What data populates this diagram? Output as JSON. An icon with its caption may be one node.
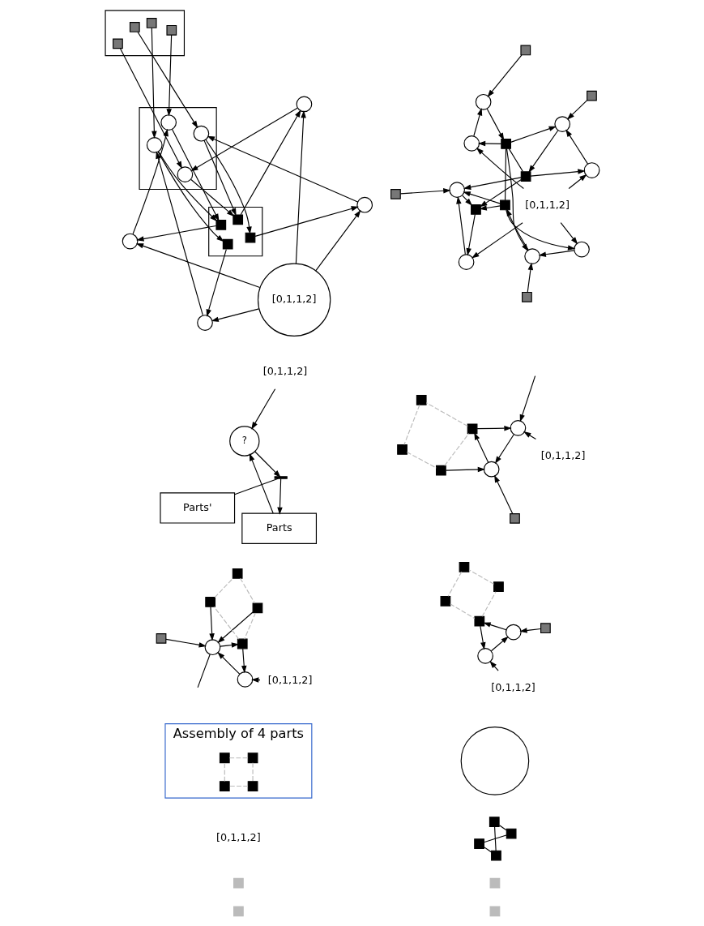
{
  "diagram": {
    "nodes": [
      {
        "text": [],
        "shape": "box"
      },
      {
        "text": [],
        "shape": "box"
      },
      {
        "text": [],
        "shape": "box"
      },
      {
        "text": [],
        "shape": "box"
      },
      {
        "text": [],
        "shape": "box"
      },
      {
        "text": [],
        "shape": "circle"
      },
      {
        "text": [],
        "shape": "circle"
      },
      {
        "text": [],
        "shape": "box"
      },
      {
        "text": [],
        "shape": "box"
      },
      {
        "text": [],
        "shape": "box"
      },
      {
        "text": [],
        "shape": "box"
      },
      {
        "text": [
          "[0,1,1,2]"
        ]
      },
      {
        "text": [],
        "shape": "box"
      },
      {
        "text": [],
        "shape": "box"
      },
      {
        "text": [],
        "shape": "circle"
      },
      {
        "text": [],
        "shape": "circle"
      },
      {
        "text": [],
        "shape": "box"
      },
      {
        "text": [],
        "shape": "box"
      },
      {
        "text": [],
        "shape": "box"
      },
      {
        "text": [],
        "shape": "box"
      },
      {
        "text": [
          "[0,1,1,2]"
        ]
      },
      {
        "text": [],
        "shape": "box"
      },
      {
        "text": [],
        "shape": "box"
      },
      {
        "text": [],
        "shape": "box"
      },
      {
        "text": [],
        "shape": "box"
      },
      {
        "text": [],
        "shape": "box"
      },
      {
        "text": [],
        "shape": "box"
      },
      {
        "text": [],
        "shape": "box"
      },
      {
        "text": [],
        "shape": "circle"
      },
      {
        "text": [],
        "shape": "circle"
      },
      {
        "text": [],
        "shape": "box"
      },
      {
        "text": [
          "[0,1,1,2]"
        ]
      },
      {
        "text": [],
        "shape": "box"
      },
      {
        "text": [],
        "shape": "circle"
      },
      {
        "text": [],
        "shape": "circle"
      },
      {
        "text": [],
        "shape": "circle"
      },
      {
        "text": [],
        "shape": "box"
      },
      {
        "text": [],
        "shape": "circle"
      },
      {
        "text": [],
        "shape": "box"
      },
      {
        "text": [],
        "shape": "box"
      },
      {
        "text": [],
        "shape": "circle"
      },
      {
        "text": [
          "[0,1,1,2]"
        ]
      },
      {
        "text": [],
        "shape": "box"
      },
      {
        "text": [],
        "shape": "circle"
      },
      {
        "text": [],
        "shape": "box"
      },
      {
        "text": [],
        "shape": "box"
      },
      {
        "text": [],
        "shape": "circle"
      },
      {
        "text": [],
        "shape": "box"
      },
      {
        "text": [],
        "shape": "circle"
      },
      {
        "text": [
          "Assembly of 4 parts"
        ]
      },
      {
        "text": [],
        "shape": "box",
        "in": 49
      },
      {
        "text": [],
        "shape": "box",
        "in": 49
      },
      {
        "text": [],
        "shape": "box",
        "in": 49
      },
      {
        "text": [],
        "shape": "box",
        "in": 49
      },
      {
        "text": [],
        "shape": "box"
      },
      {
        "text": [],
        "shape": "box",
        "in": 54
      },
      {
        "text": [],
        "shape": "box",
        "in": 54
      },
      {
        "text": [],
        "shape": "box",
        "in": 54
      },
      {
        "text": [],
        "shape": "box",
        "in": 54
      },
      {
        "text": [],
        "shape": "box"
      },
      {
        "text": [],
        "shape": "circle",
        "in": 59
      },
      {
        "text": [],
        "shape": "circle",
        "in": 59
      },
      {
        "text": [],
        "shape": "circle",
        "in": 59
      },
      {
        "text": [],
        "shape": "circle",
        "in": 59
      },
      {
        "text": [],
        "shape": "box"
      },
      {
        "text": [],
        "shape": "box",
        "in": 64
      },
      {
        "text": [],
        "shape": "box",
        "in": 64
      },
      {
        "text": [],
        "shape": "box",
        "in": 64
      },
      {
        "text": [],
        "shape": "box",
        "in": 64
      },
      {
        "text": [],
        "shape": "circle"
      },
      {
        "text": [],
        "shape": "circle"
      },
      {
        "text": [],
        "shape": "circle"
      },
      {
        "text": [],
        "shape": "circle"
      },
      {
        "text": [],
        "shape": "circle"
      },
      {
        "text": [
          "[0,1,1,2]"
        ]
      },
      {
        "text": [
          "Parts'"
        ]
      },
      {
        "text": [],
        "shape": "bar"
      },
      {
        "text": [
          "Parts"
        ]
      },
      {
        "text": [
          "?"
        ]
      },
      {
        "text": [
          "[0,1,1,2]"
        ]
      }
    ],
    "edges": [
      {
        "from": 0,
        "to": 1,
        "arrow": "none"
      },
      {
        "from": 1,
        "to": 3,
        "arrow": "none"
      },
      {
        "from": 3,
        "to": 2,
        "arrow": "none"
      },
      {
        "from": 2,
        "to": 0,
        "arrow": "none"
      },
      {
        "from": 4,
        "to": 5,
        "arrow": "to"
      },
      {
        "from": 5,
        "to": 7,
        "arrow": "to"
      },
      {
        "from": 7,
        "to": 6,
        "arrow": "to"
      },
      {
        "from": 6,
        "to": 5,
        "arrow": "to"
      },
      {
        "from": 11,
        "to": 6,
        "arrow": "to"
      },
      {
        "from": 7,
        "to": 8,
        "arrow": "none",
        "style": "dashed",
        "color": "#bbbbbb"
      },
      {
        "from": 8,
        "to": 9,
        "arrow": "none",
        "style": "dashed",
        "color": "#bbbbbb"
      },
      {
        "from": 9,
        "to": 10,
        "arrow": "none",
        "style": "dashed",
        "color": "#bbbbbb"
      },
      {
        "from": 10,
        "to": 7,
        "arrow": "none",
        "style": "dashed",
        "color": "#bbbbbb"
      },
      {
        "from": 13,
        "to": 15,
        "arrow": "to"
      },
      {
        "from": 15,
        "to": 16,
        "arrow": "to"
      },
      {
        "from": 16,
        "to": 14,
        "arrow": "to"
      },
      {
        "from": 14,
        "to": 15,
        "arrow": "to"
      },
      {
        "from": 17,
        "to": 15,
        "arrow": "to"
      },
      {
        "from": 20,
        "to": 14,
        "arrow": "to"
      },
      {
        "from": null,
        "to": 14,
        "arrow": "to"
      },
      {
        "from": 16,
        "to": 18,
        "arrow": "none",
        "style": "dashed",
        "color": "#bbbbbb"
      },
      {
        "from": 18,
        "to": 19,
        "arrow": "none",
        "style": "dashed",
        "color": "#bbbbbb"
      },
      {
        "from": 19,
        "to": 17,
        "arrow": "none",
        "style": "dashed",
        "color": "#bbbbbb"
      },
      {
        "from": 17,
        "to": 16,
        "arrow": "none",
        "style": "dashed",
        "color": "#bbbbbb"
      },
      {
        "from": 30,
        "to": 29,
        "arrow": "to"
      },
      {
        "from": 29,
        "to": 26,
        "arrow": "to"
      },
      {
        "from": 25,
        "to": 29,
        "arrow": "to"
      },
      {
        "from": 27,
        "to": 29,
        "arrow": "to"
      },
      {
        "from": 26,
        "to": 28,
        "arrow": "to"
      },
      {
        "from": 28,
        "to": 29,
        "arrow": "to"
      },
      {
        "from": 31,
        "to": 28,
        "arrow": "to"
      },
      {
        "from": 29,
        "to": null,
        "arrow": "none"
      },
      {
        "from": 24,
        "to": 25,
        "arrow": "none",
        "style": "dashed",
        "color": "#bbbbbb"
      },
      {
        "from": 25,
        "to": 26,
        "arrow": "none",
        "style": "dashed",
        "color": "#bbbbbb"
      },
      {
        "from": 26,
        "to": 27,
        "arrow": "none",
        "style": "dashed",
        "color": "#bbbbbb"
      },
      {
        "from": 27,
        "to": 24,
        "arrow": "none",
        "style": "dashed",
        "color": "#bbbbbb"
      },
      {
        "from": 36,
        "to": 37,
        "arrow": "to"
      },
      {
        "from": 37,
        "to": 38,
        "arrow": "to"
      },
      {
        "from": 38,
        "to": 35,
        "arrow": "to"
      },
      {
        "from": 35,
        "to": 37,
        "arrow": "to"
      },
      {
        "from": 32,
        "to": 34,
        "arrow": "to"
      },
      {
        "from": 34,
        "to": 39,
        "arrow": "to"
      },
      {
        "from": 39,
        "to": 33,
        "arrow": "to"
      },
      {
        "from": 33,
        "to": 34,
        "arrow": "to"
      },
      {
        "from": 38,
        "to": 34,
        "arrow": "to"
      },
      {
        "from": 47,
        "to": 46,
        "arrow": "to"
      },
      {
        "from": 46,
        "to": 45,
        "arrow": "to"
      },
      {
        "from": 45,
        "to": 48,
        "arrow": "to"
      },
      {
        "from": 48,
        "to": 46,
        "arrow": "to"
      },
      {
        "from": 38,
        "to": 46,
        "arrow": "to"
      },
      {
        "from": 38,
        "to": 39,
        "arrow": "none"
      },
      {
        "from": 38,
        "to": 45,
        "arrow": "none"
      },
      {
        "from": 39,
        "to": 42,
        "arrow": "to"
      },
      {
        "from": 45,
        "to": 42,
        "arrow": "to"
      },
      {
        "from": 39,
        "to": 43,
        "arrow": "to"
      },
      {
        "from": 45,
        "to": 43,
        "arrow": "to"
      },
      {
        "from": 44,
        "to": 43,
        "arrow": "to"
      },
      {
        "from": 43,
        "to": 42,
        "arrow": "to"
      },
      {
        "from": 42,
        "to": 40,
        "arrow": "to"
      },
      {
        "from": 40,
        "to": 43,
        "arrow": "to"
      },
      {
        "from": 41,
        "to": 35,
        "arrow": "to"
      },
      {
        "from": 41,
        "to": 33,
        "arrow": "to"
      },
      {
        "from": 41,
        "to": 48,
        "arrow": "to"
      },
      {
        "from": 41,
        "to": 40,
        "arrow": "to"
      },
      {
        "from": 50,
        "to": 51,
        "arrow": "none",
        "style": "dashed",
        "color": "#bbbbbb"
      },
      {
        "from": 51,
        "to": 53,
        "arrow": "none",
        "style": "dashed",
        "color": "#bbbbbb"
      },
      {
        "from": 53,
        "to": 52,
        "arrow": "none",
        "style": "dashed",
        "color": "#bbbbbb"
      },
      {
        "from": 52,
        "to": 50,
        "arrow": "none",
        "style": "dashed",
        "color": "#bbbbbb"
      },
      {
        "from": 55,
        "to": 60,
        "arrow": "to"
      },
      {
        "from": 56,
        "to": 61,
        "arrow": "to"
      },
      {
        "from": 57,
        "to": 62,
        "arrow": "to"
      },
      {
        "from": 58,
        "to": 63,
        "arrow": "to"
      },
      {
        "from": 60,
        "to": 65,
        "arrow": "to"
      },
      {
        "from": 61,
        "to": 66,
        "arrow": "to"
      },
      {
        "from": 62,
        "to": 67,
        "arrow": "to"
      },
      {
        "from": 63,
        "to": 68,
        "arrow": "to"
      },
      {
        "from": 61,
        "to": 65,
        "arrow": "to"
      },
      {
        "from": 62,
        "to": 68,
        "arrow": "to"
      },
      {
        "from": 65,
        "to": 70,
        "arrow": "to"
      },
      {
        "from": 66,
        "to": 71,
        "arrow": "to"
      },
      {
        "from": 67,
        "to": 72,
        "arrow": "to"
      },
      {
        "from": 68,
        "to": 73,
        "arrow": "to"
      },
      {
        "from": 70,
        "to": 60,
        "arrow": "to"
      },
      {
        "from": 71,
        "to": 61,
        "arrow": "to"
      },
      {
        "from": 72,
        "to": 62,
        "arrow": "to"
      },
      {
        "from": 73,
        "to": 63,
        "arrow": "to"
      },
      {
        "from": 74,
        "to": 70,
        "arrow": "to"
      },
      {
        "from": 74,
        "to": 71,
        "arrow": "to"
      },
      {
        "from": 74,
        "to": 72,
        "arrow": "to"
      },
      {
        "from": 74,
        "to": 73,
        "arrow": "to"
      },
      {
        "from": 75,
        "to": 76,
        "arrow": "none"
      },
      {
        "from": 76,
        "to": 77,
        "arrow": "to"
      },
      {
        "from": 78,
        "to": 76,
        "arrow": "to"
      },
      {
        "from": 77,
        "to": 78,
        "arrow": "to"
      },
      {
        "from": 79,
        "to": 78,
        "arrow": "to"
      }
    ],
    "labels": [
      "[0,1,1,2]"
    ]
  }
}
